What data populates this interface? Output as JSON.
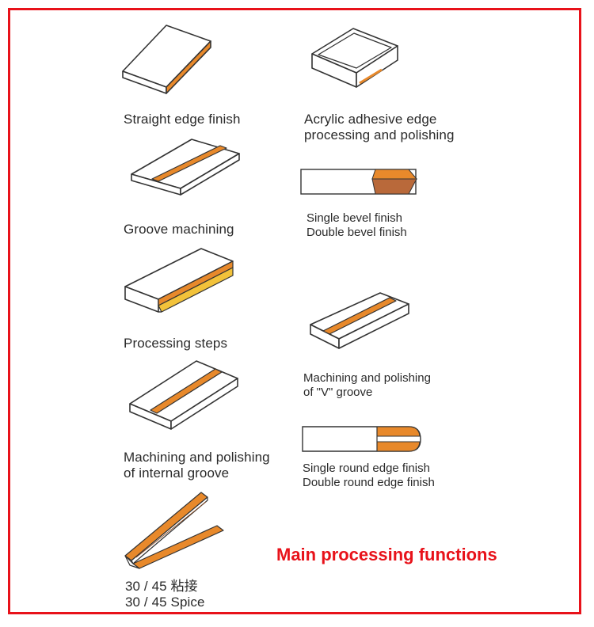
{
  "colors": {
    "accent": "#e8121a",
    "edge_orange": "#e8892b",
    "edge_brown": "#b9693a",
    "edge_yellow": "#f2c23a",
    "line": "#333333"
  },
  "title": "Main processing functions",
  "items": [
    {
      "icon": "straight-edge-board-icon",
      "lines": [
        "Straight edge finish"
      ]
    },
    {
      "icon": "acrylic-box-icon",
      "lines": [
        "Acrylic adhesive edge",
        "processing and polishing"
      ]
    },
    {
      "icon": "groove-board-icon",
      "lines": [
        "Groove machining"
      ]
    },
    {
      "icon": "bevel-profile-icon",
      "lines": [
        "Single bevel finish",
        "Double bevel finish"
      ]
    },
    {
      "icon": "step-board-icon",
      "lines": [
        "Processing steps"
      ]
    },
    {
      "icon": "v-groove-board-icon",
      "lines": [
        "Machining and polishing",
        "of \"V\" groove"
      ]
    },
    {
      "icon": "internal-groove-board-icon",
      "lines": [
        "Machining and polishing",
        "of internal groove"
      ]
    },
    {
      "icon": "round-edge-profile-icon",
      "lines": [
        "Single round edge finish",
        "Double round edge finish"
      ]
    },
    {
      "icon": "angle-splice-icon",
      "lines": [
        "30 / 45   粘接",
        "30 / 45   Spice"
      ]
    }
  ]
}
